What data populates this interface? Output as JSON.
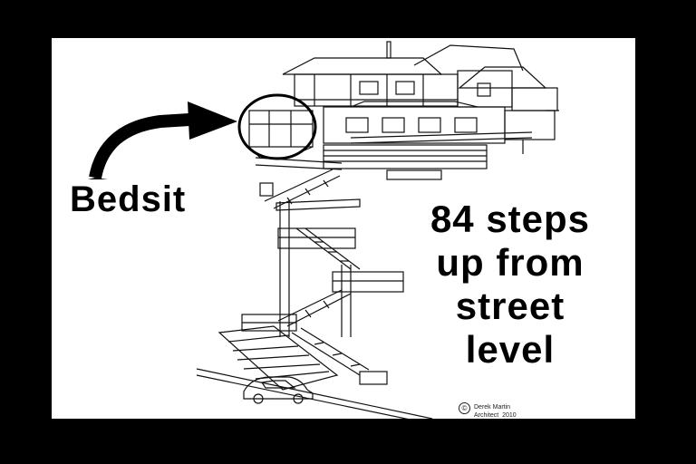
{
  "labels": {
    "bedsit": "Bedsit",
    "steps_lines": [
      "84 steps",
      "up from",
      "street",
      "level"
    ]
  },
  "credit": {
    "symbol": "©",
    "name": "Derek Martin",
    "title": "Architect",
    "year": "2010"
  },
  "colors": {
    "frame": "#000000",
    "paper": "#ffffff",
    "ink": "#000000"
  },
  "icons": {
    "pointer": "curved-arrow-icon",
    "highlight": "circle-highlight"
  }
}
